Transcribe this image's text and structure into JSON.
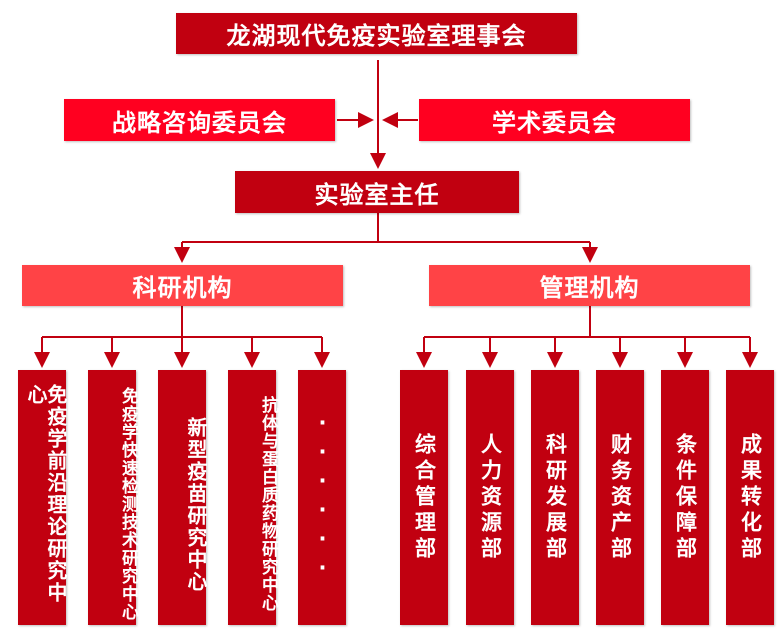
{
  "board": "龙湖现代免疫实验室理事会",
  "committees": {
    "strategy": "战略咨询委员会",
    "academic": "学术委员会"
  },
  "director": "实验室主任",
  "branches": {
    "research": {
      "label": "科研机构",
      "units": [
        "免疫学前沿理论研究中心",
        "免疫学快速检测技术研究中心",
        "新型疫苗研究中心",
        "抗体与蛋白质药物研究中心",
        "······"
      ]
    },
    "admin": {
      "label": "管理机构",
      "units": [
        "综合管理部",
        "人力资源部",
        "科研发展部",
        "财务资产部",
        "条件保障部",
        "成果转化部"
      ]
    }
  },
  "colors": {
    "dark_red": "#C10010",
    "bright_red": "#FF0020",
    "light_red": "#FF4346"
  }
}
